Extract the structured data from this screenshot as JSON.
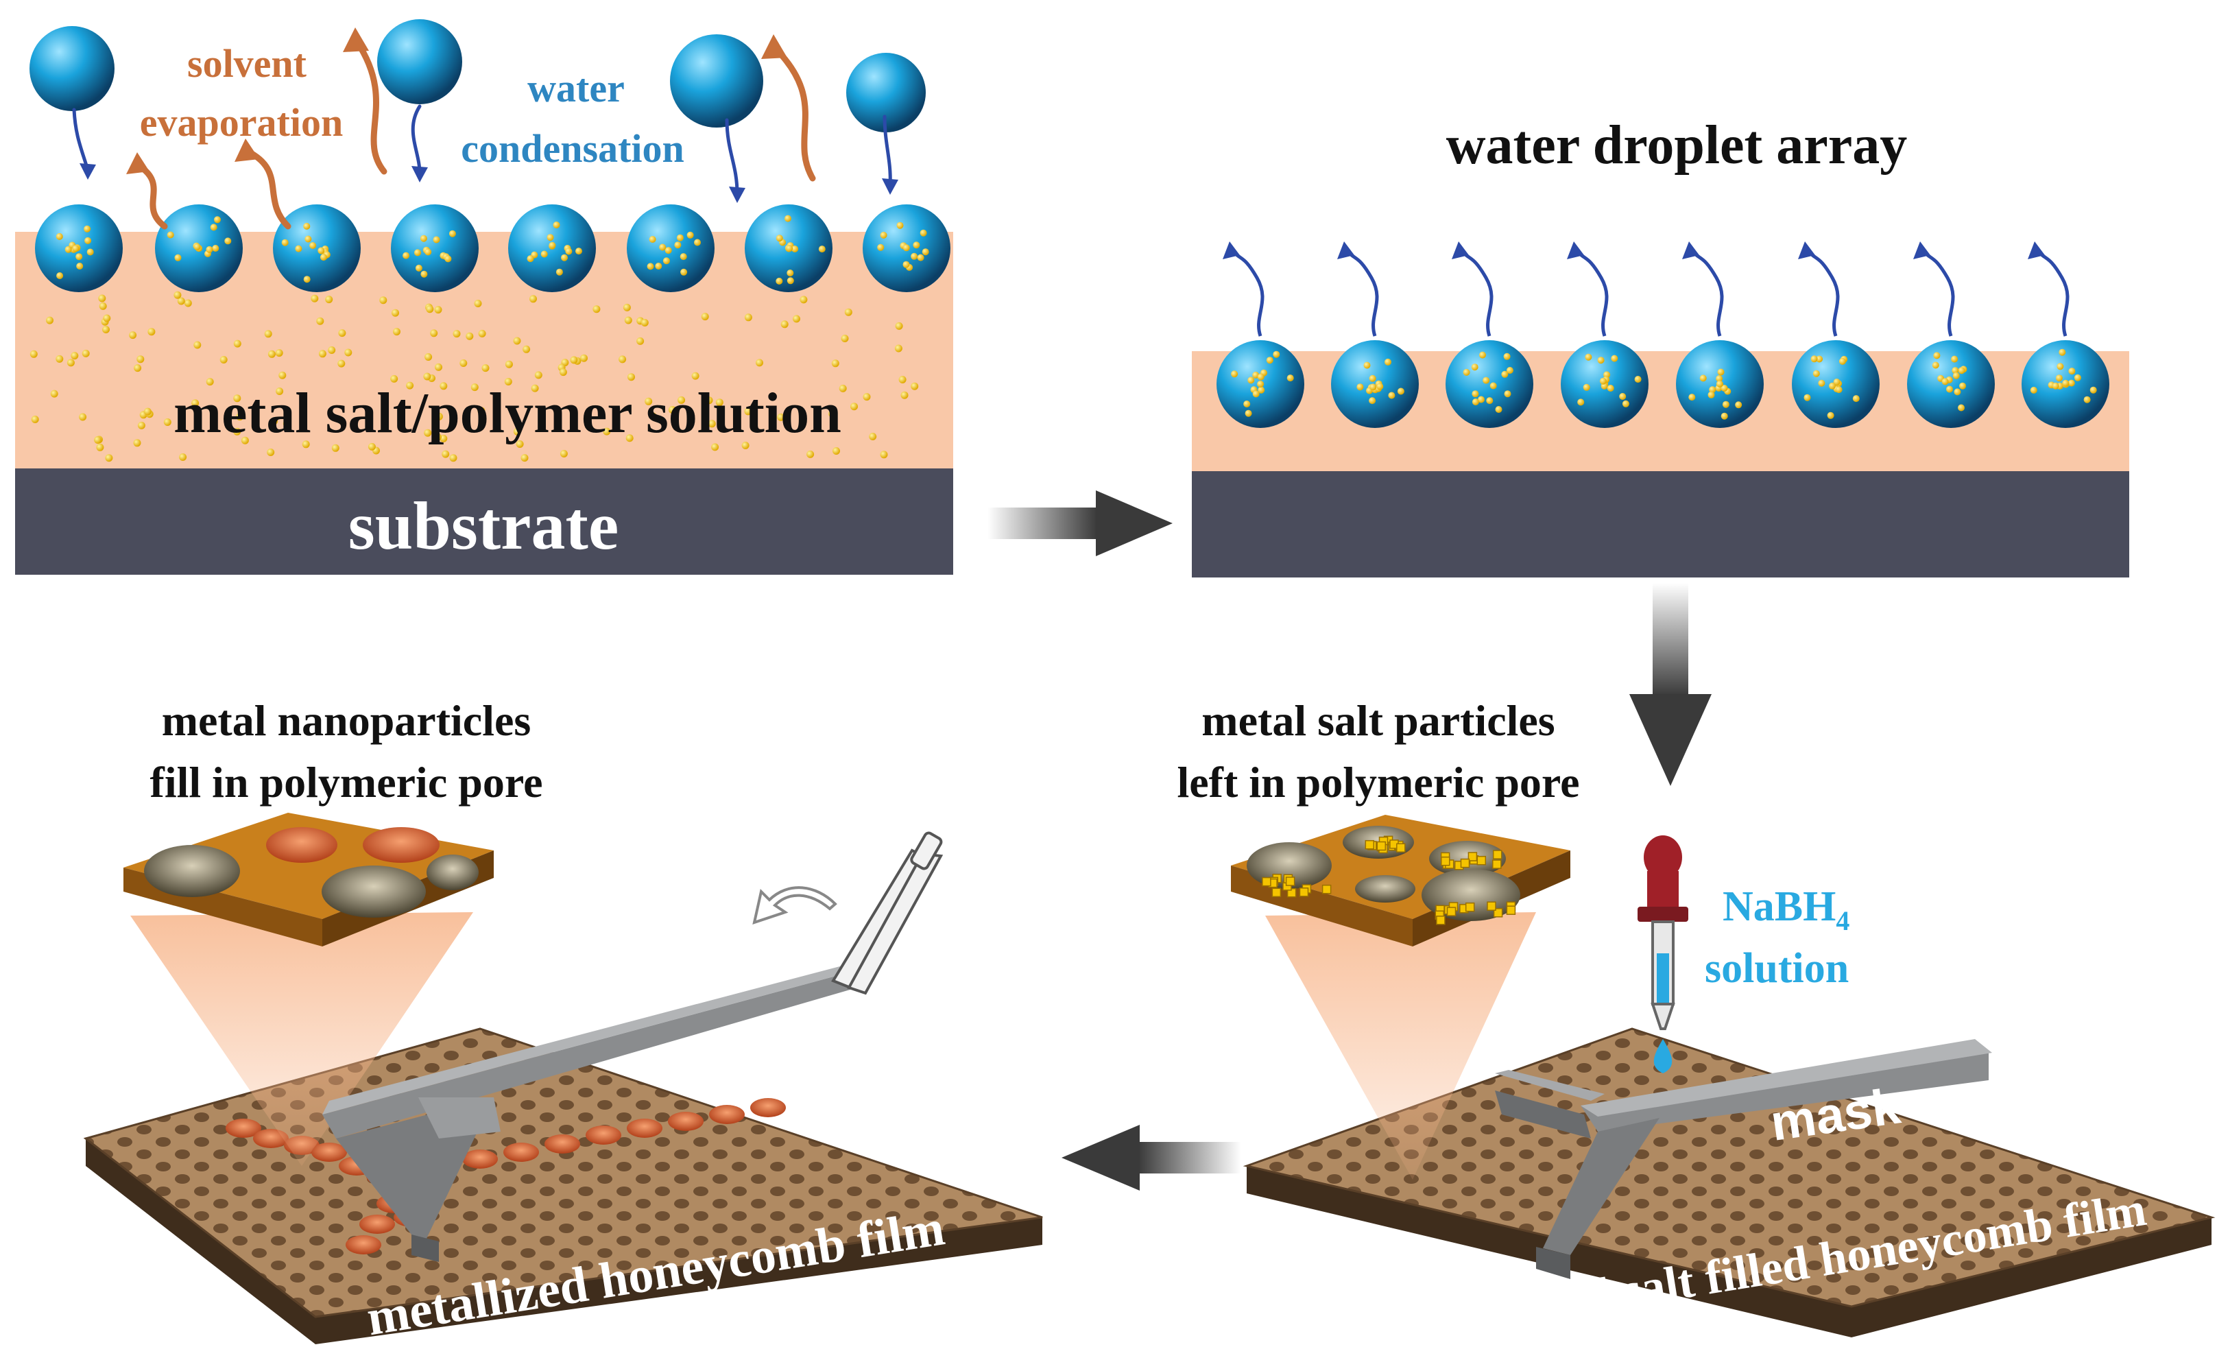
{
  "panels": {
    "top_left": {
      "solvent_label_line1": "solvent",
      "solvent_label_line2": "evaporation",
      "water_label_line1": "water",
      "water_label_line2": "condensation",
      "solution_label": "metal salt/polymer solution",
      "substrate_label": "substrate"
    },
    "top_right": {
      "title": "water droplet array"
    },
    "bottom_right": {
      "caption_line1": "metal salt particles",
      "caption_line2": "left in polymeric pore",
      "reagent_line1_main": "NaBH",
      "reagent_line1_sub": "4",
      "reagent_line2": "solution",
      "mask_label": "mask",
      "film_label": "metal salt filled honeycomb film"
    },
    "bottom_left": {
      "caption_line1": "metal nanoparticles",
      "caption_line2": "fill in polymeric pore",
      "film_label": "metallized honeycomb film"
    }
  },
  "colors": {
    "droplet_blue": "#1aa3dc",
    "salt_yellow": "#f5c400",
    "solution_peach": "#f9c8a8",
    "substrate_slate": "#4a4c5c",
    "solvent_orange": "#c8703a",
    "water_blue_text": "#2e86c1",
    "nabh4_cyan": "#29a9e1",
    "mask_gray": "#8a8c8e",
    "film_brown": "#8a6a48",
    "metal_orange": "#e0622a",
    "pipette_red": "#a02028"
  }
}
